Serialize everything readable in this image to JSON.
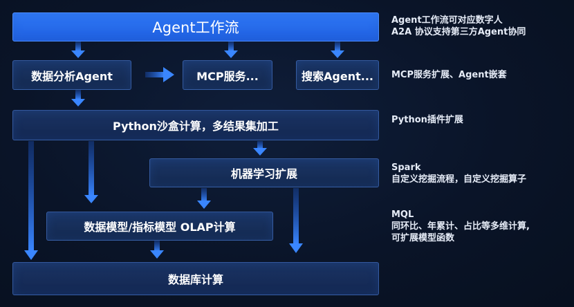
{
  "boxes": {
    "agent_workflow": "Agent工作流",
    "data_analysis": "数据分析Agent",
    "mcp_service": "MCP服务...",
    "search_agent": "搜索Agent...",
    "python_sandbox": "Python沙盒计算，多结果集加工",
    "ml_extension": "机器学习扩展",
    "data_model": "数据模型/指标模型 OLAP计算",
    "database": "数据库计算"
  },
  "notes": {
    "workflow_line1": "Agent工作流可对应数字人",
    "workflow_line2": "A2A 协议支持第三方Agent协同",
    "mcp": "MCP服务扩展、Agent嵌套",
    "python": "Python插件扩展",
    "spark_line1": "Spark",
    "spark_line2": "自定义挖掘流程，自定义挖掘算子",
    "mql_line1": "MQL",
    "mql_line2": "同环比、年累计、占比等多维计算,",
    "mql_line3": "可扩展模型函数"
  },
  "colors": {
    "highlight": "#2f78f5",
    "arrow": "#2f7ef0",
    "box": "#1a3566",
    "background": "#0a1428"
  }
}
